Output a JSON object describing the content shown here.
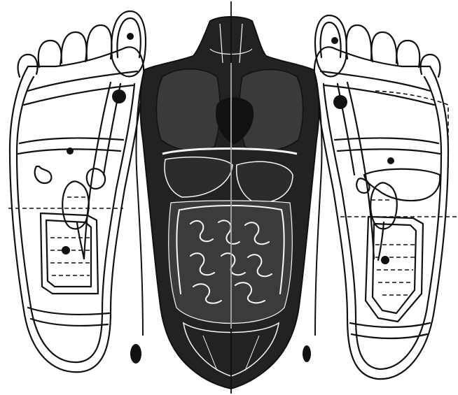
{
  "figure": {
    "subject": "foot-reflexology-map",
    "has_text_labels": false,
    "colors": {
      "ink": "#111111",
      "paper": "#ffffff",
      "dark_fill": "#1a1a1a",
      "mid_fill": "#3a3a3a",
      "light_fill": "#f7f7f7"
    },
    "elements": {
      "left_foot": "left-sole-outline",
      "right_foot": "right-sole-outline",
      "torso": "torso-organs-illustration",
      "midline": "vertical-midline",
      "left_dashed": "horizontal-dashed-line",
      "right_dashed": "horizontal-dashed-line"
    }
  }
}
